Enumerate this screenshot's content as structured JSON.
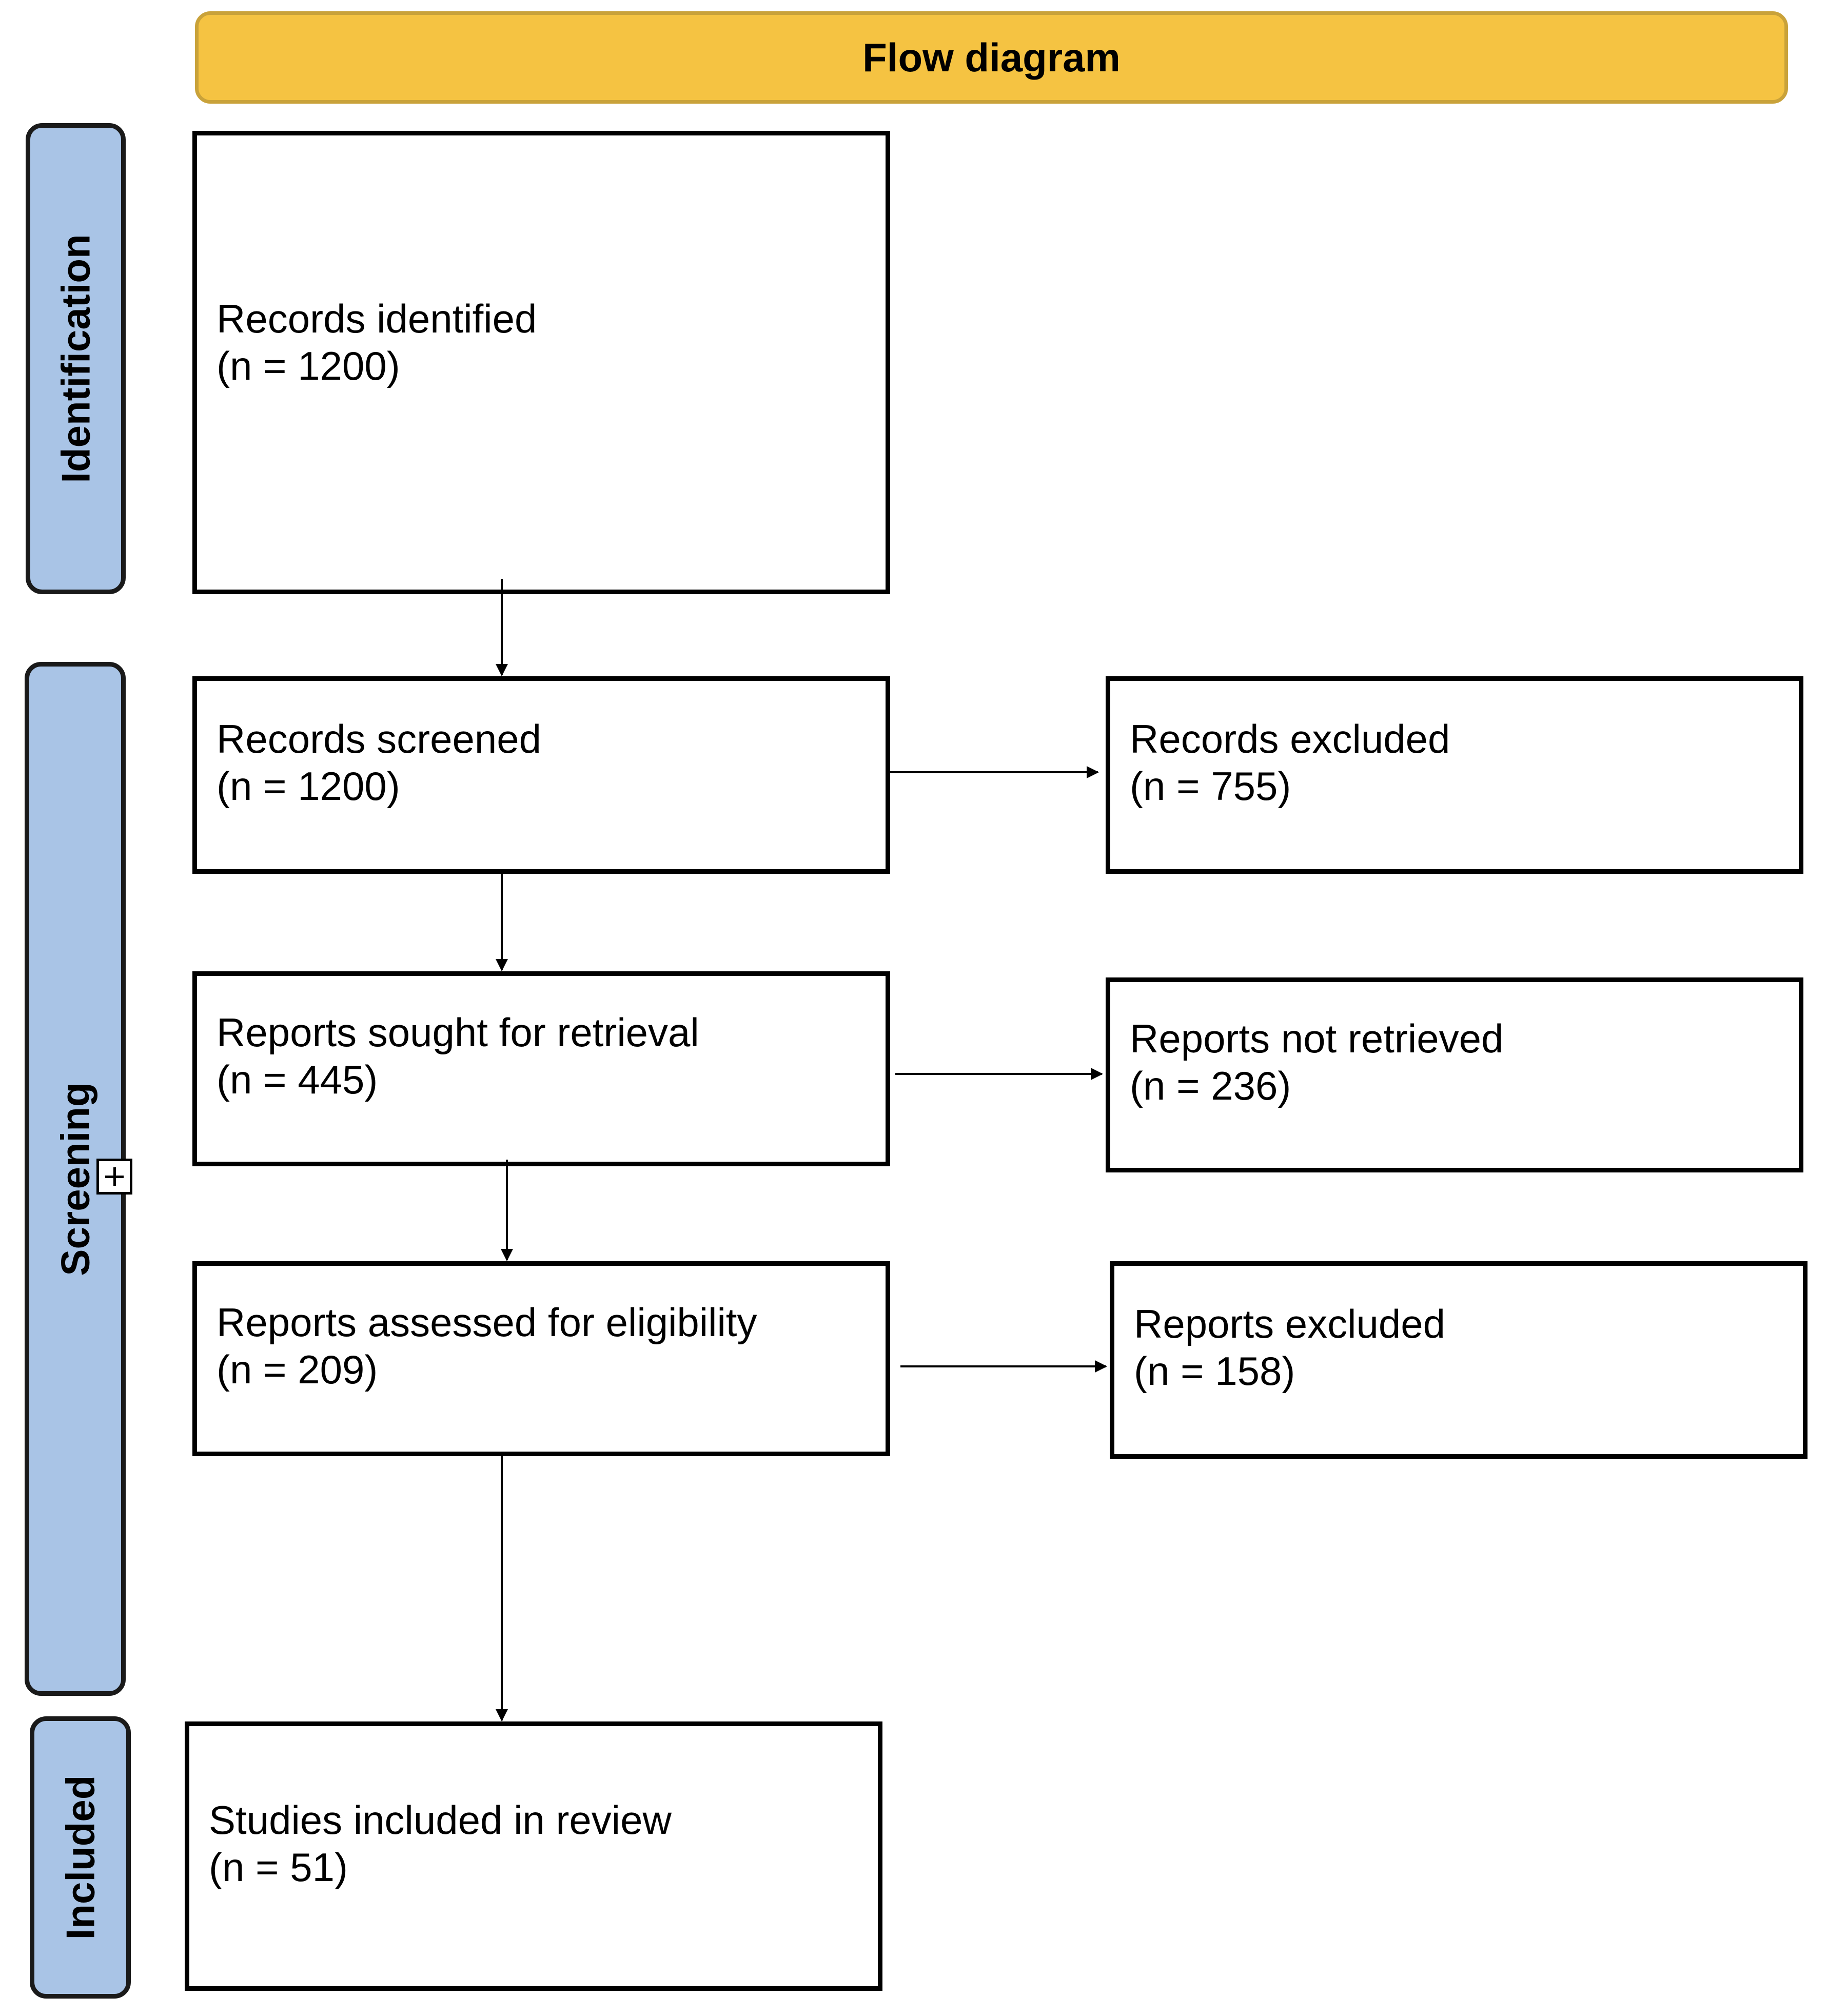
{
  "header": {
    "title": "Flow diagram",
    "color": "#f5c342"
  },
  "phases": {
    "identification": "Identification",
    "screening": "Screening",
    "included": "Included",
    "color": "#a9c4e6"
  },
  "boxes": {
    "records_identified": {
      "label": "Records identified",
      "count": "(n = 1200)"
    },
    "records_screened": {
      "label": "Records screened",
      "count": "(n = 1200)"
    },
    "records_excluded": {
      "label": "Records excluded",
      "count": "(n = 755)"
    },
    "reports_sought": {
      "label": "Reports sought for retrieval",
      "count": "(n = 445)"
    },
    "reports_not_retrieved": {
      "label": "Reports not retrieved",
      "count": "(n = 236)"
    },
    "reports_assessed": {
      "label": "Reports assessed for eligibility",
      "count": "(n = 209)"
    },
    "reports_excluded": {
      "label": "Reports excluded",
      "count": "(n = 158)"
    },
    "studies_included": {
      "label": "Studies included in review",
      "count": "(n = 51)"
    }
  },
  "icons": {
    "expand_toggle": "plus-square-icon"
  }
}
